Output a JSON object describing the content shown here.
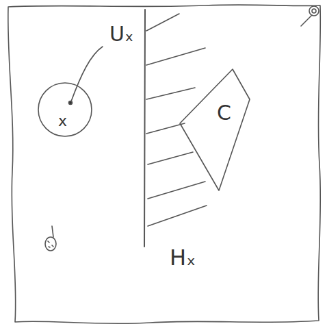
{
  "diagram": {
    "nodes": [
      {
        "text": [
          "Uₓ",
          "x"
        ]
      },
      {
        "text": [
          "Hₓ"
        ]
      },
      {
        "text": [
          "C"
        ],
        "in": 1
      }
    ]
  }
}
